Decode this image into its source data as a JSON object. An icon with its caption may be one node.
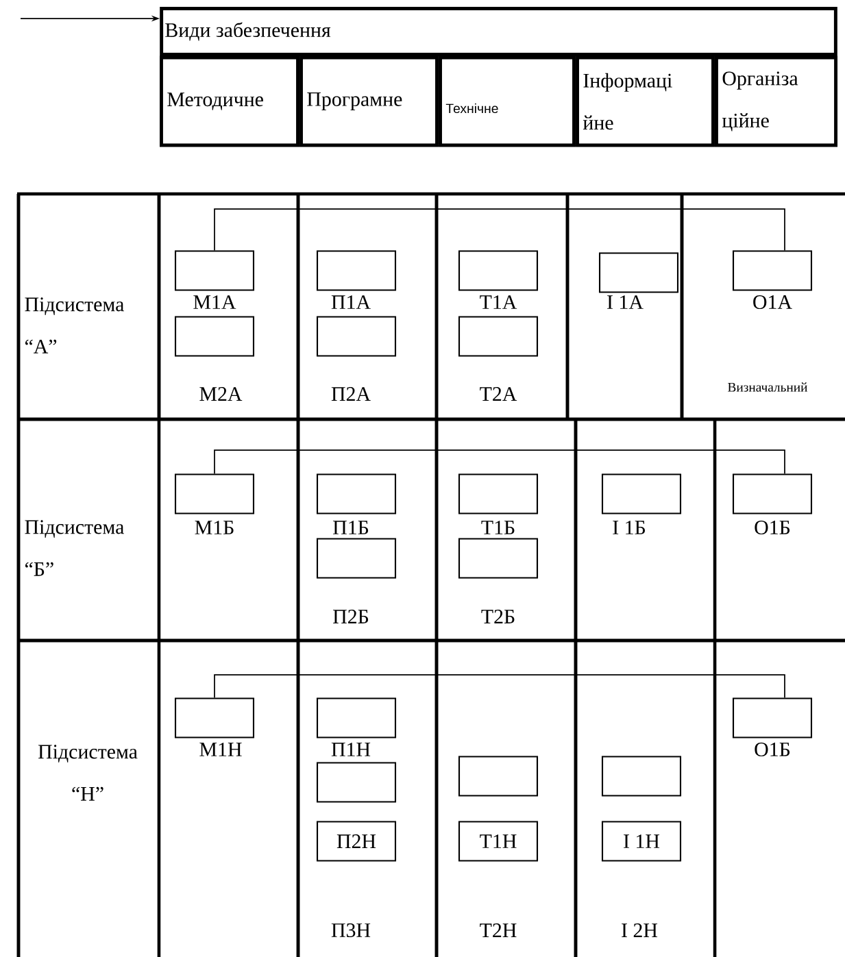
{
  "diagram": {
    "nodes": [
      {
        "text": [
          "Види забезпечення"
        ]
      },
      {
        "text": [
          "Методичне"
        ]
      },
      {
        "text": [
          "Програмне"
        ]
      },
      {
        "text": [
          "Технічне"
        ]
      },
      {
        "text": [
          "Інформаці йне"
        ]
      },
      {
        "text": [
          "Організа ційне"
        ]
      },
      {
        "text": [
          "Підсистема “А”"
        ]
      },
      {
        "text": [],
        "shape": "box",
        "beside": [
          "М1А"
        ]
      },
      {
        "text": [],
        "shape": "box",
        "beside": [
          "М2А"
        ]
      },
      {
        "text": [],
        "shape": "box",
        "beside": [
          "П1А"
        ]
      },
      {
        "text": [],
        "shape": "box",
        "beside": [
          "П2А"
        ]
      },
      {
        "text": [],
        "shape": "box",
        "beside": [
          "Т1А"
        ]
      },
      {
        "text": [],
        "shape": "box",
        "beside": [
          "Т2А"
        ]
      },
      {
        "text": [],
        "shape": "box",
        "beside": [
          "І 1А"
        ]
      },
      {
        "text": [],
        "shape": "box",
        "beside": [
          "О1А"
        ]
      },
      {
        "text": [
          "Підсистема “Б”"
        ]
      },
      {
        "text": [],
        "shape": "box",
        "beside": [
          "М1Б"
        ]
      },
      {
        "text": [],
        "shape": "box",
        "beside": [
          "П1Б"
        ]
      },
      {
        "text": [],
        "shape": "box",
        "beside": [
          "П2Б"
        ]
      },
      {
        "text": [],
        "shape": "box",
        "beside": [
          "Т1Б"
        ]
      },
      {
        "text": [],
        "shape": "box",
        "beside": [
          "Т2Б"
        ]
      },
      {
        "text": [],
        "shape": "box",
        "beside": [
          "І 1Б"
        ]
      },
      {
        "text": [],
        "shape": "box",
        "beside": [
          "О1Б"
        ]
      },
      {
        "text": [
          "Підсистема “Н”"
        ]
      },
      {
        "text": [],
        "shape": "box",
        "beside": [
          "М1Н"
        ]
      },
      {
        "text": [],
        "shape": "box",
        "beside": [
          "П1Н"
        ]
      },
      {
        "text": [],
        "shape": "box"
      },
      {
        "text": [
          "П2Н"
        ]
      },
      {
        "text": [],
        "shape": "box"
      },
      {
        "text": [
          "Т1Н"
        ]
      },
      {
        "text": [],
        "shape": "box"
      },
      {
        "text": [
          "І 1Н"
        ]
      },
      {
        "text": [],
        "shape": "box",
        "beside": [
          "О1Б"
        ]
      }
    ],
    "edges": [
      {
        "from": null,
        "to": 0,
        "arrow": "to"
      },
      {
        "from": 7,
        "to": 14,
        "arrow": "none"
      },
      {
        "from": 16,
        "to": 22,
        "arrow": "none"
      },
      {
        "from": 24,
        "to": 32,
        "arrow": "none"
      }
    ],
    "labels": [
      "Визначальний",
      "П3Н",
      "Т2Н",
      "І 2Н"
    ]
  }
}
